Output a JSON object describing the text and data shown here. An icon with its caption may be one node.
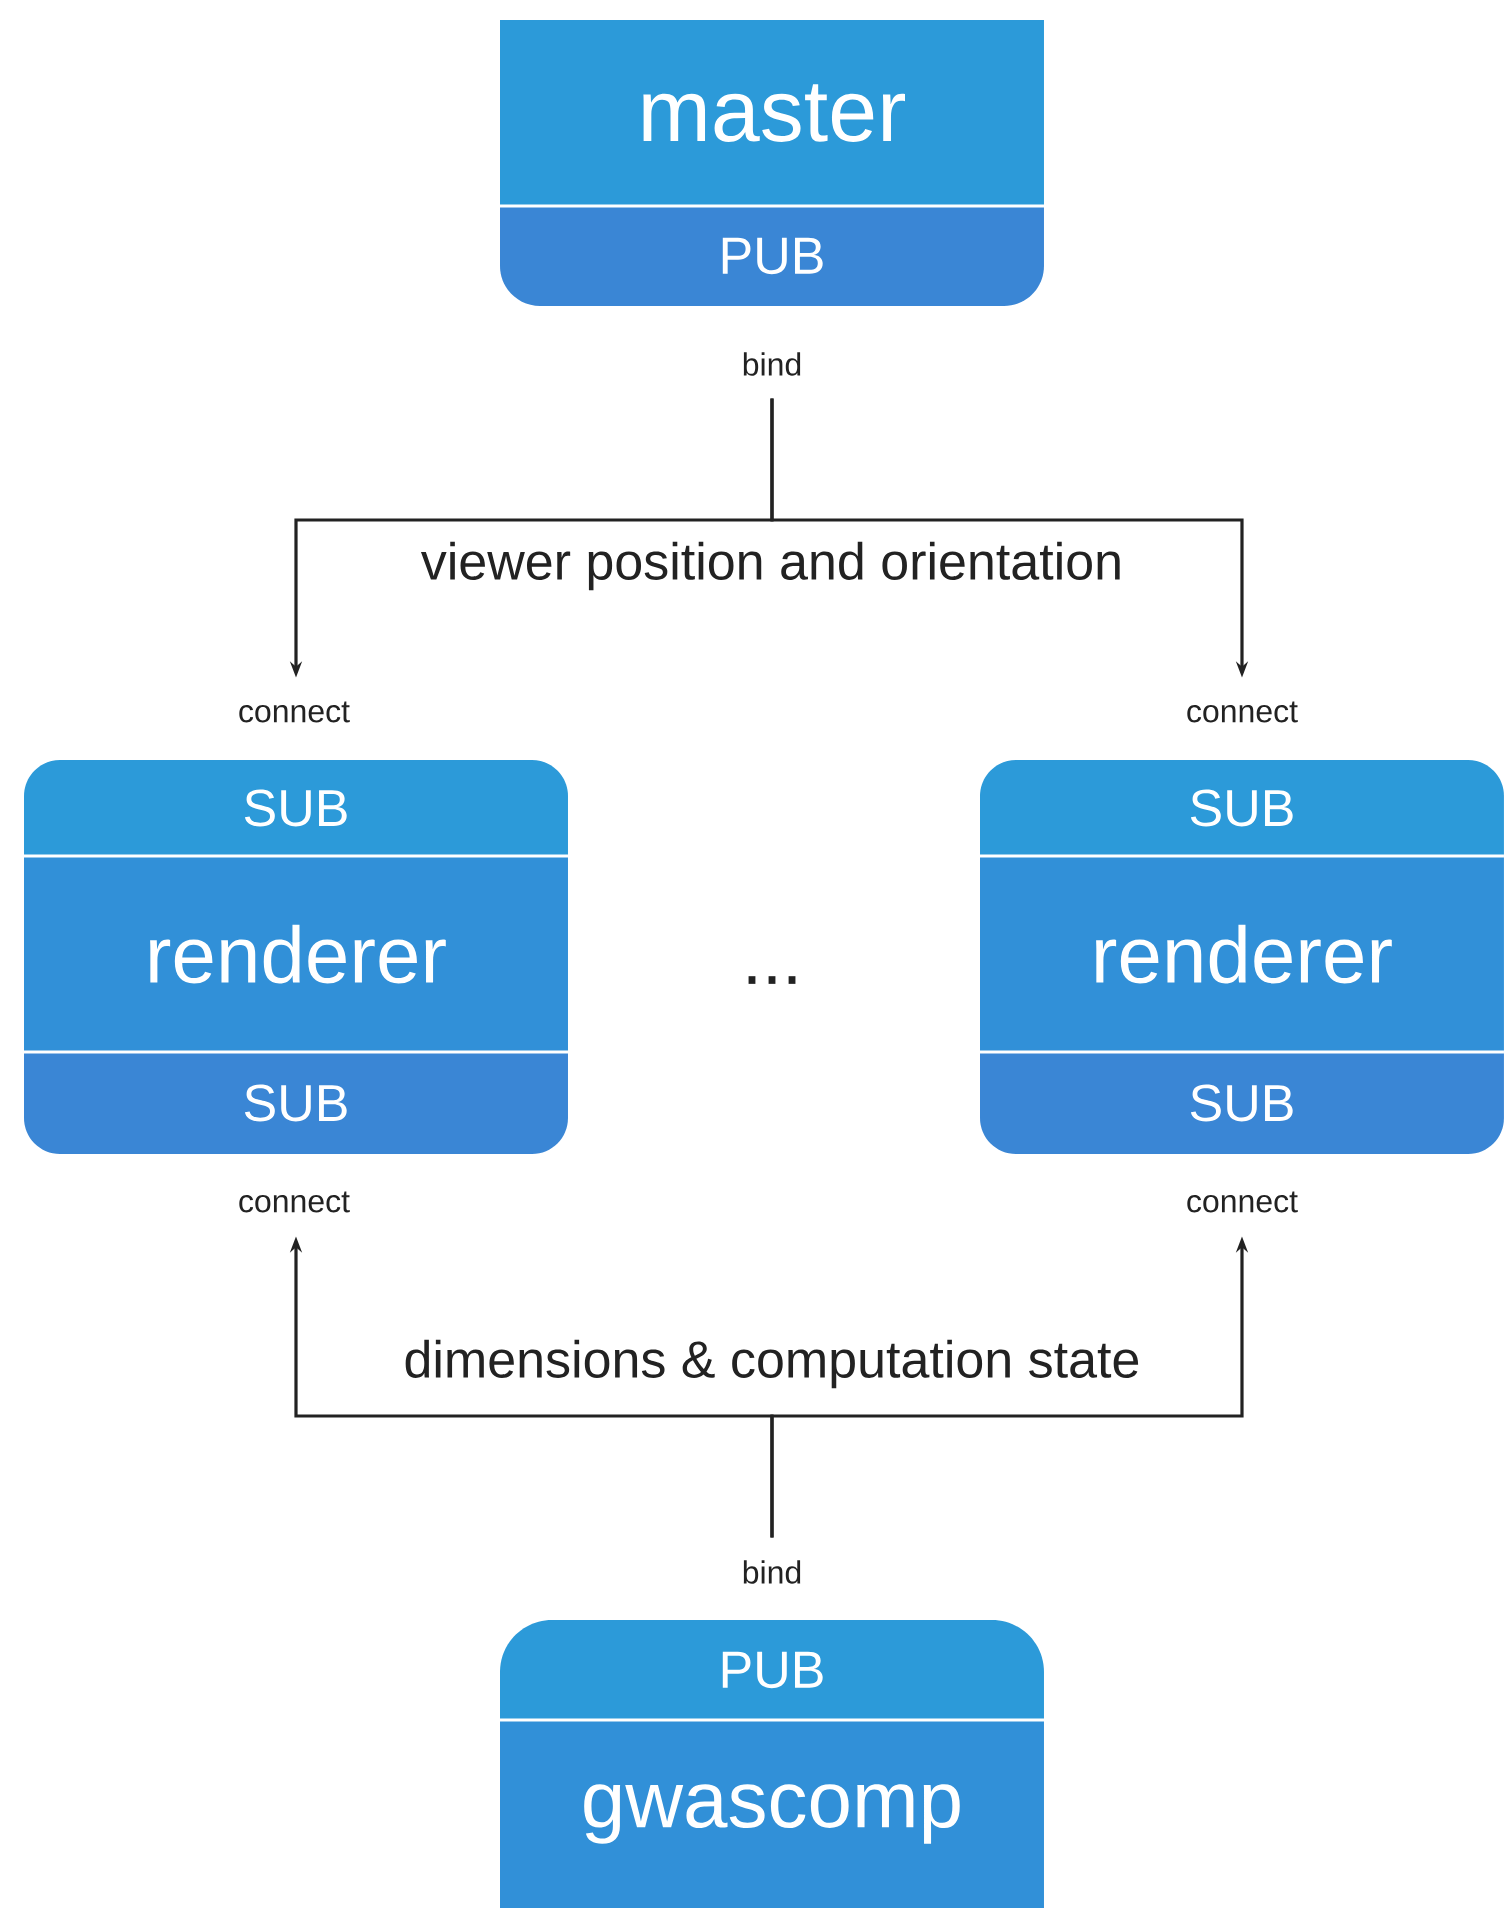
{
  "diagram": {
    "nodes": [
      {
        "text": [
          "master",
          "PUB"
        ],
        "beside": [
          "bind"
        ]
      },
      {
        "text": [
          "SUB",
          "renderer",
          "SUB"
        ],
        "beside": [
          "connect",
          "connect"
        ]
      },
      {
        "text": [
          "SUB",
          "renderer",
          "SUB"
        ],
        "beside": [
          "connect",
          "connect"
        ]
      },
      {
        "text": [
          "PUB",
          "gwascomp"
        ],
        "beside": [
          "bind"
        ]
      }
    ],
    "edges": [
      {
        "from": 0,
        "to": 1,
        "arrow": "to",
        "label": "viewer position and orientation"
      },
      {
        "from": 0,
        "to": 2,
        "arrow": "to"
      },
      {
        "from": 3,
        "to": 1,
        "arrow": "to",
        "label": "dimensions & computation state"
      },
      {
        "from": 3,
        "to": 2,
        "arrow": "to"
      }
    ],
    "labels": [
      "..."
    ]
  }
}
